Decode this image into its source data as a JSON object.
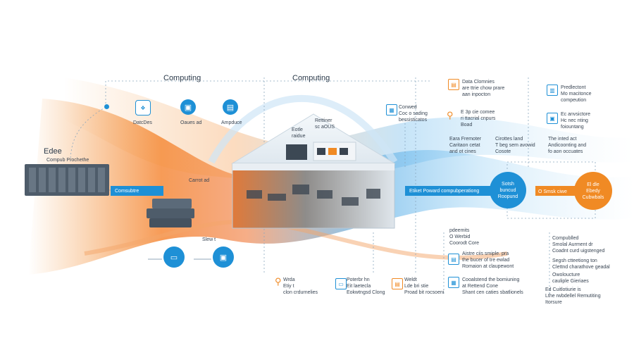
{
  "titles": {
    "left": "Computing",
    "center": "Computing"
  },
  "edge": {
    "title": "Edee",
    "subtitle": "Compub Prochethe"
  },
  "left_icons": {
    "a": "DatcDes",
    "b": "Oaues ad",
    "c": "Ampduce"
  },
  "bars": {
    "left": "Comsubtre",
    "center": "Etiket Poward compubperationg",
    "mid_label": "Carrot ad"
  },
  "house": {
    "label1": "Eotle\nraidue",
    "label2": "Rettiner\nsc aOUS"
  },
  "circles": {
    "c1": "Sotsh\nbuncud\nRoopund",
    "c2_label": "O Smsk ciwe",
    "c3": "El dle\nEbedy\nCubwbals"
  },
  "lower": {
    "s1": "Slew t"
  },
  "top_right": {
    "a": "Data Clomnies\nare ttrie chow prare\naan inpocton",
    "b": "Conwed\nCoc o sading\nbessisticatos",
    "c": "E 3p cie comee\nri ttacrial cnpurs\nBoad",
    "d": "Eara Fremoter\nCaritaon cetat\nand ot cines",
    "e": "Cirottes land\nT beg sem avowid\nCosote",
    "f": "Predlectont\nMo macitonce\ncompeution",
    "g": "Ec anvsictore\nHc nec nting\nfoiountang",
    "h": "The inted act\nAndicoonting and\nfo aon occuates"
  },
  "bottom_right": {
    "a": "pdeemits\nO Werbid\nCoorodt Core",
    "b": "Aistre ciis smiple. pra\nthe bucer of tre ewlad\nRomaion at claupewont",
    "c": "Cooalstend the bomiuning\nat Rettend Cone\nShant cen caties sbatlionels",
    "d": "Compublled\nSmolal Aurment dr\nCoadnt curd uigstenged",
    "e": "Segsh ctteetiong ton\nClettnd charathove geadal",
    "f": "Owoloucture\ncauliple Gieriaes",
    "g": "Ed Cuitlotiurie is\nLthe rwbdellel Remutiting\nItorsure"
  },
  "bottom_mid": {
    "a": "Wrda\nEtiy t\nclon crdurnelies",
    "b": "Poterbr hn\nEit laetecla\nEokwtngsd Clong",
    "c": "Weldt\nLde bri stie\nProad bit rocsoeni"
  },
  "colors": {
    "blue": "#1e90d6",
    "orange": "#f08a24",
    "dark": "#4a5866"
  }
}
